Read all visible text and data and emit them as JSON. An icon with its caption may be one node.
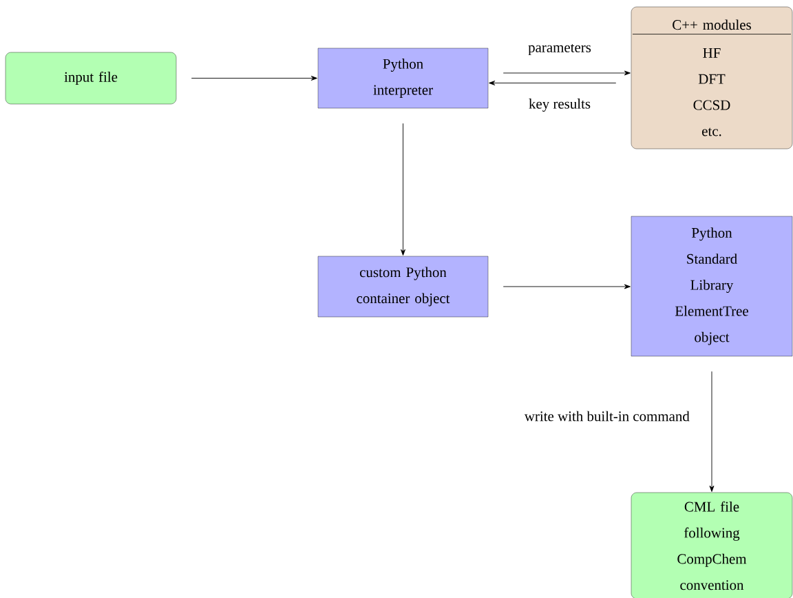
{
  "diagram": {
    "nodes": [
      {
        "text": [
          "input file"
        ]
      },
      {
        "text": [
          "Python interpreter"
        ]
      },
      {
        "text": [
          "C++ modules",
          "HF",
          "DFT",
          "CCSD",
          "etc."
        ]
      },
      {
        "text": [
          "custom Python container object"
        ]
      },
      {
        "text": [
          "Python Standard Library ElementTree object"
        ]
      },
      {
        "text": [
          "CML file following CompChem convention"
        ]
      }
    ],
    "edges": [
      {
        "from": 0,
        "to": 1,
        "arrow": "to"
      },
      {
        "from": 1,
        "to": 2,
        "arrow": "to",
        "label": "parameters"
      },
      {
        "from": 2,
        "to": 1,
        "arrow": "to",
        "label": "key results"
      },
      {
        "from": 1,
        "to": 3,
        "arrow": "to"
      },
      {
        "from": 3,
        "to": 4,
        "arrow": "to"
      },
      {
        "from": 4,
        "to": 5,
        "arrow": "to",
        "label": "write with built-in command"
      }
    ]
  }
}
